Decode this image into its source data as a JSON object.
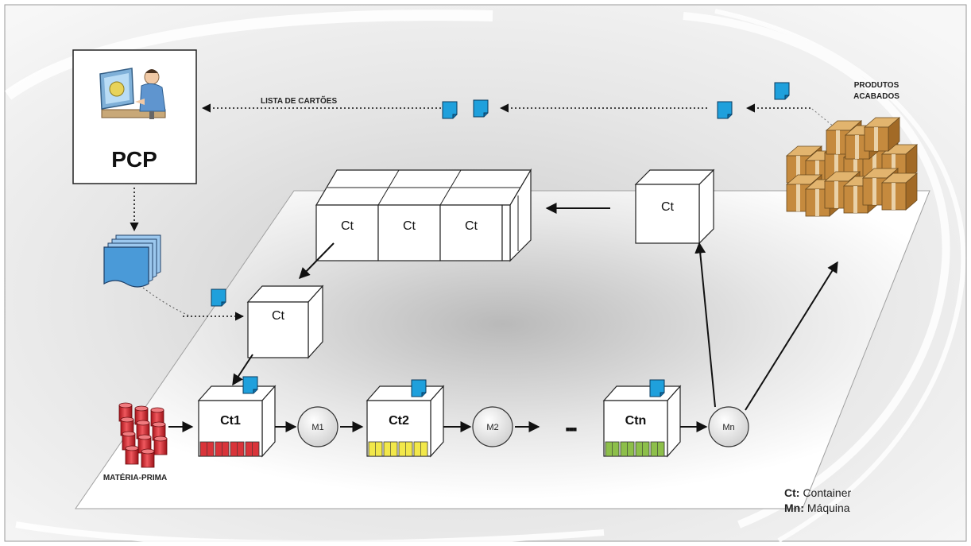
{
  "pcp": {
    "label": "PCP"
  },
  "flow": {
    "card_list_label": "LISTA DE CARTÕES"
  },
  "labels": {
    "finished_goods": [
      "PRODUTOS",
      "ACABADOS"
    ],
    "raw_material": "MATÉRIA-PRIMA",
    "ellipsis": "▪▪▪"
  },
  "containers": {
    "queue": [
      "Ct",
      "Ct",
      "Ct"
    ],
    "top_right": "Ct",
    "feed": "Ct",
    "line": [
      "Ct1",
      "Ct2",
      "Ctn"
    ]
  },
  "machines": [
    "M1",
    "M2",
    "Mn"
  ],
  "legend": {
    "ct_key": "Ct:",
    "ct_value": "Container",
    "mn_key": "Mn:",
    "mn_value": "Máquina"
  },
  "colors": {
    "card": "#1fa0dc",
    "card_dark": "#0d6fa8",
    "bin_red": "#d9343a",
    "bin_yellow": "#f2e84a",
    "bin_green": "#8dbf4a",
    "box_brown": "#c58a3e",
    "docs_blue": "#4a9ad8"
  },
  "icons": [
    "operator-at-desk-icon",
    "kanban-card-icon",
    "document-stack-icon",
    "raw-material-drums-icon",
    "finished-goods-boxes-icon"
  ]
}
